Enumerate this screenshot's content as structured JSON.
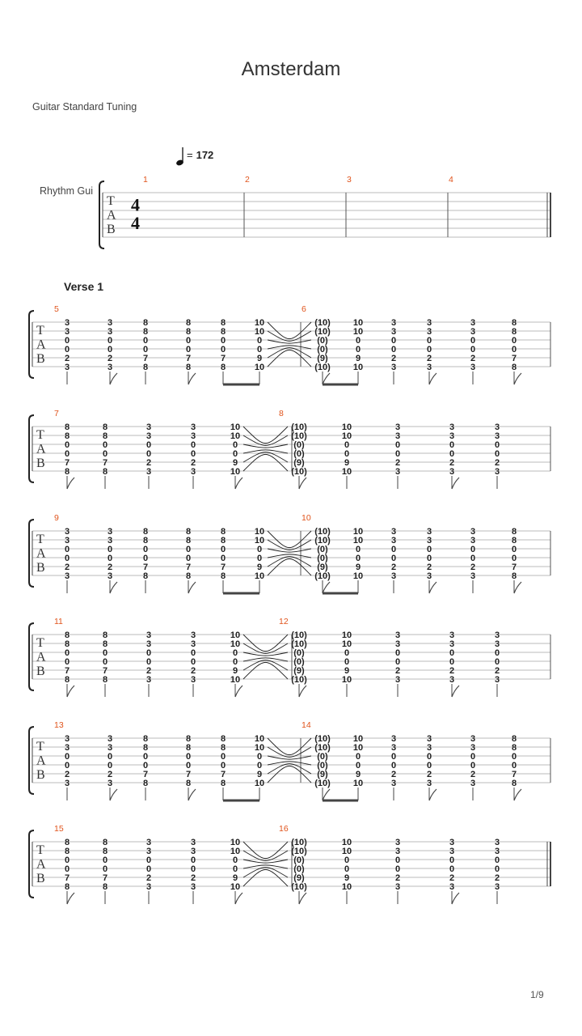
{
  "title": "Amsterdam",
  "tuning": "Guitar Standard Tuning",
  "tempo": {
    "symbol": "quarter-note",
    "equals": "=",
    "value": "172"
  },
  "track_name": "Rhythm Gui",
  "section": "Verse 1",
  "time_signature": {
    "top": "4",
    "bottom": "4"
  },
  "tab_letters": [
    "T",
    "A",
    "B"
  ],
  "page_number": "1/9",
  "intro_measures": [
    "1",
    "2",
    "3",
    "4"
  ],
  "chords": {
    "C": [
      "3",
      "3",
      "0",
      "0",
      "2",
      "3"
    ],
    "G": [
      "8",
      "8",
      "0",
      "0",
      "7",
      "8"
    ],
    "Ab": [
      "10",
      "10",
      "0",
      "0",
      "9",
      "10"
    ],
    "AbTie": [
      "(10)",
      "(10)",
      "(0)",
      "(0)",
      "(9)",
      "(10)"
    ],
    "F": [
      "3",
      "3",
      "0",
      "0",
      "2",
      "3"
    ]
  },
  "systems": [
    {
      "type": "A",
      "measures": [
        "5",
        "6"
      ]
    },
    {
      "type": "B",
      "measures": [
        "7",
        "8"
      ]
    },
    {
      "type": "A",
      "measures": [
        "9",
        "10"
      ]
    },
    {
      "type": "B",
      "measures": [
        "11",
        "12"
      ]
    },
    {
      "type": "A",
      "measures": [
        "13",
        "14"
      ]
    },
    {
      "type": "B",
      "measures": [
        "15",
        "16"
      ],
      "final": true
    }
  ],
  "patterns": {
    "A": {
      "m1": [
        "C",
        "C",
        "G",
        "G",
        "G",
        "Ab"
      ],
      "m2": [
        "AbTie",
        "Ab",
        "C",
        "C",
        "C",
        "G"
      ]
    },
    "B": {
      "m1": [
        "G",
        "G",
        "C",
        "C",
        "Ab"
      ],
      "m2": [
        "AbTie",
        "Ab",
        "C",
        "C",
        "C"
      ]
    }
  }
}
